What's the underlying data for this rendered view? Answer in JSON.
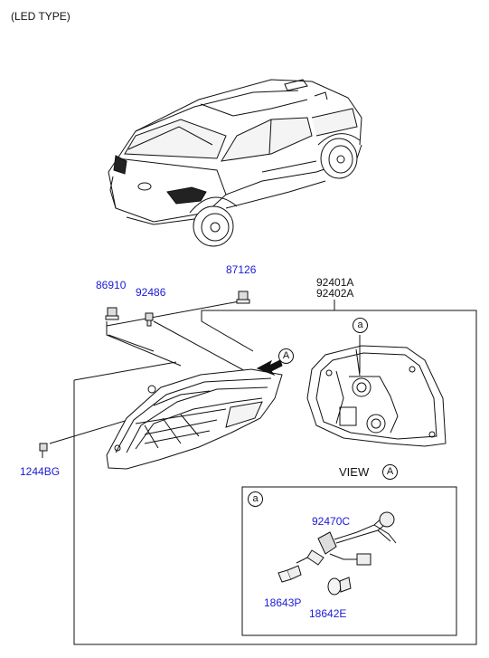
{
  "header": {
    "title": "(LED TYPE)"
  },
  "parts": {
    "p86910": "86910",
    "p92486": "92486",
    "p87126": "87126",
    "p92401a": "92401A",
    "p92402a": "92402A",
    "p1244bg": "1244BG",
    "p92470c": "92470C",
    "p18643p": "18643P",
    "p18642e": "18642E"
  },
  "callouts": {
    "view_marker": "A",
    "view_label": "VIEW",
    "view_letter": "A",
    "detail_a": "a",
    "detail_a_inset": "a"
  },
  "colors": {
    "part_number": "#1a1ad6",
    "line": "#111111",
    "background": "#ffffff"
  }
}
